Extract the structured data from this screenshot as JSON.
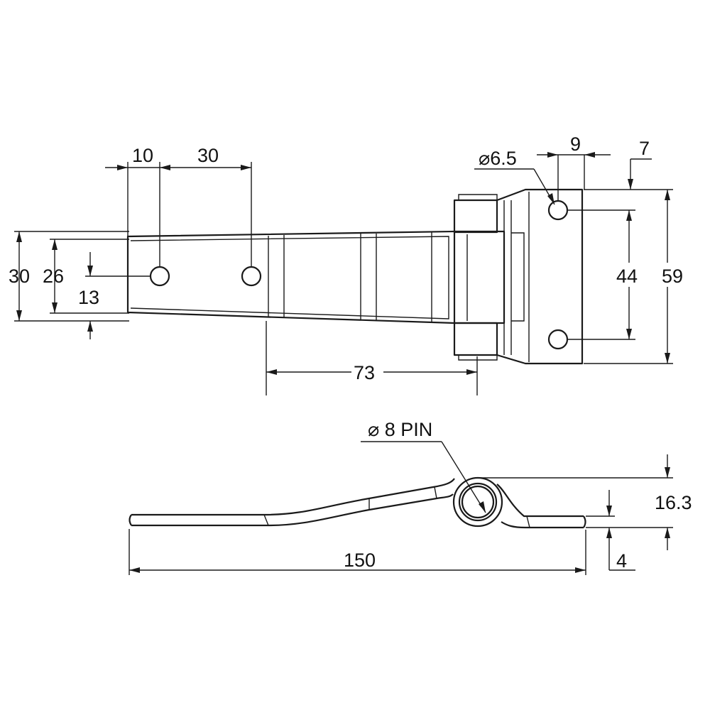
{
  "drawing": {
    "top_view": {
      "dim_hole_offset": "10",
      "dim_hole_spacing": "30",
      "dim_leaf_width_outer": "30",
      "dim_leaf_width_inner": "26",
      "dim_hole_center": "13",
      "dim_pin_offset": "73",
      "dim_hole_diameter": "⌀6.5",
      "dim_plate_hole_offset": "9",
      "dim_plate_margin": "7",
      "dim_plate_hole_spacing": "44",
      "dim_plate_height": "59"
    },
    "side_view": {
      "dim_pin": "⌀ 8 PIN",
      "dim_height": "16.3",
      "dim_overall_length": "150",
      "dim_thickness": "4"
    }
  }
}
